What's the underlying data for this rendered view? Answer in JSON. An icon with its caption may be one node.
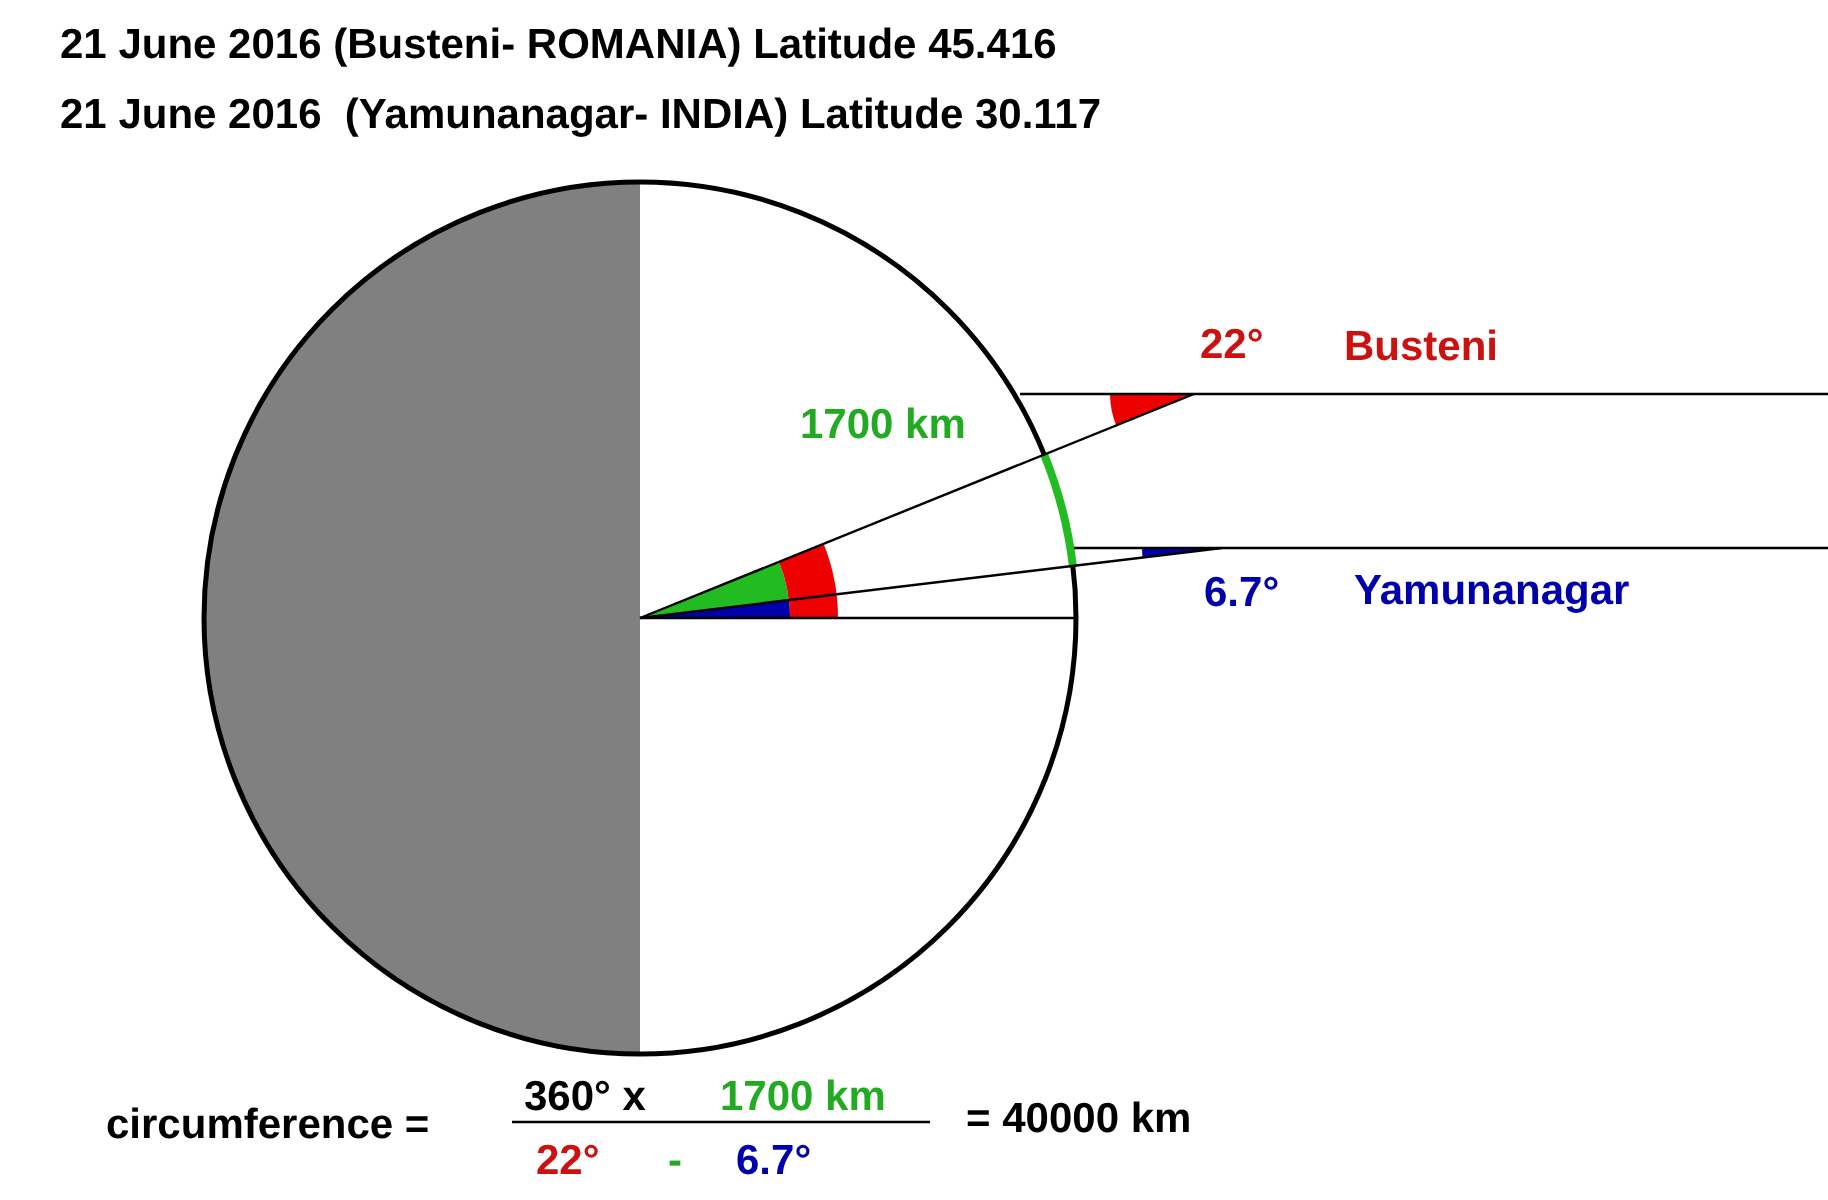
{
  "diagram": {
    "labels": [
      "21 June 2016 (Busteni- ROMANIA) Latitude 45.416",
      "21 June 2016  (Yamunanagar- INDIA) Latitude 30.117",
      "22°",
      "Busteni",
      "1700 km",
      "6.7°",
      "Yamunanagar",
      "circumference =",
      "360° x",
      "1700 km",
      "22°",
      "-",
      "6.7°",
      "= 40000 km"
    ]
  }
}
